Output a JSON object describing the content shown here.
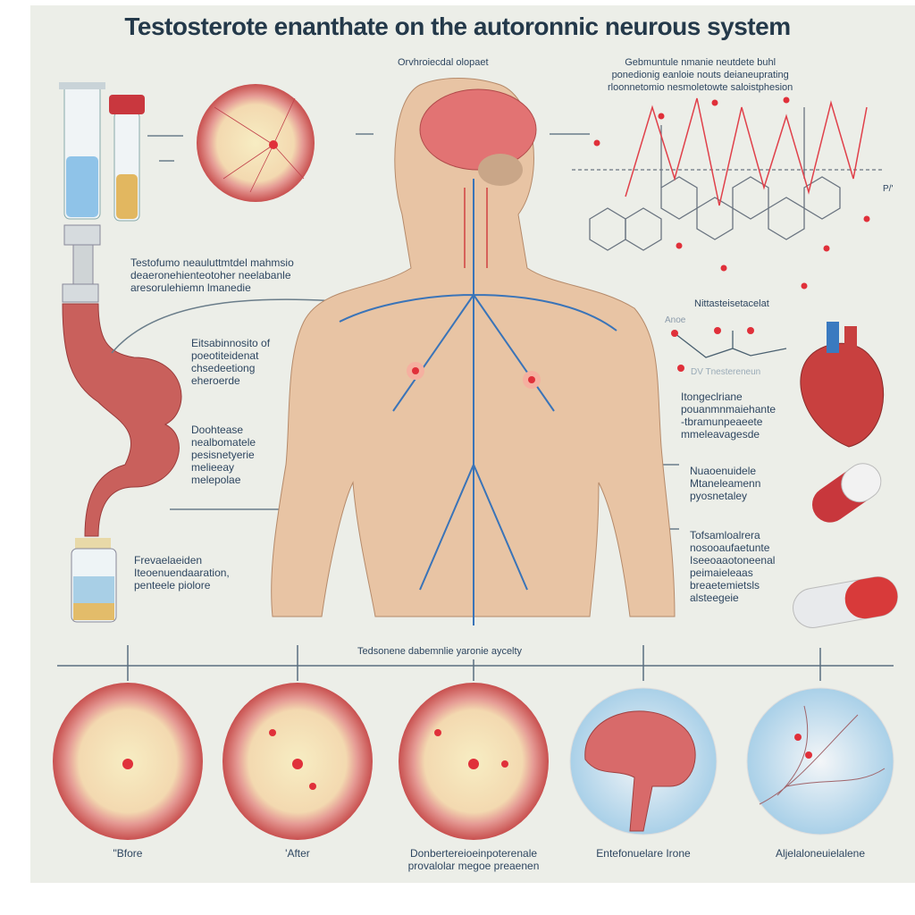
{
  "title": "Testosterote enanthate on the autoronnic neurous system",
  "top_labels": {
    "brain": "Orvhroiecdal olopaet",
    "molecule": "Gebmuntule nmanie neutdete buhl\nponedionig eanloie nouts deianeuprating\nrloonnetomio nesmoletowte saloistphesion",
    "molecule_side": "P/'"
  },
  "left_labels": {
    "injection": "Testofumo neauluttmtdel mahmsio\ndeaeronehienteotoher neelabanle\naresorulehiemn lmanedie",
    "stomach": "Eitsabinnosito of\npoeotiteidenat\nchsedeetiong\neheroerde",
    "intestine": "Doohtease\nnealbomatele\npesisnetyerie\nmelieeay\nmelepolae",
    "vial": "Frevaelaeiden\nIteoenuendaaration,\npenteele piolore"
  },
  "right_labels": {
    "mini_molecule": "Nittasteisetacelat",
    "mini_left": "Anoe",
    "mini_under": "DV Tnestereneun",
    "heart": "Itongeclriane\npouanmnmaiehante\n-tbramunpeaeete\nmmeleavagesde",
    "pill1": "Nuaoenuidele\nMtaneleamenn\npyosnetaley",
    "pill2": "Tofsamloalrera\nnosooaufaetunte\nIseeoaaotoneenal\npeimaieleaas\nbreaetemietsls\nalsteegeie"
  },
  "timeline": {
    "label": "Tedsonene dabemnlie yaronie aycelty",
    "stages": [
      {
        "label": "\"Bfore"
      },
      {
        "label": "'After"
      },
      {
        "label": "Donbertereioeinpoterenale\nprovalolar megoe preaenen"
      },
      {
        "label": "Entefonuelare Irone"
      },
      {
        "label": "Aljelaloneuielalene"
      }
    ]
  },
  "colors": {
    "title": "#24394a",
    "text": "#2e4660",
    "red": "#e0303a",
    "vein": "#3a74b8",
    "skin": "#e8c4a4"
  }
}
